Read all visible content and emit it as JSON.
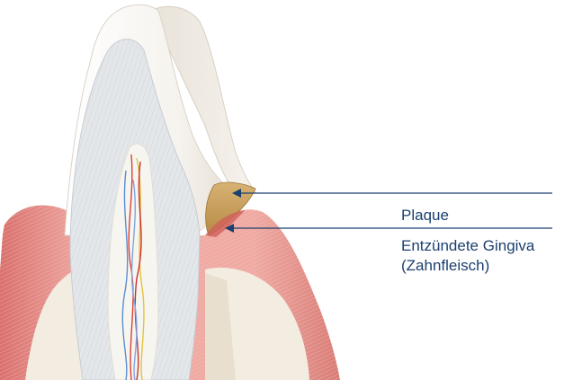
{
  "labels": {
    "plaque": "Plaque",
    "gingiva_line1": "Entzündete Gingiva",
    "gingiva_line2": "(Zahnfleisch)"
  },
  "colors": {
    "label_text": "#1b3f6e",
    "pointer_line": "#1b3f6e",
    "enamel": "#f3f1ee",
    "dentin": "#e2e5e8",
    "plaque": "#c8a25e",
    "gingiva": "#e59690",
    "bone": "#f2ebdf"
  }
}
